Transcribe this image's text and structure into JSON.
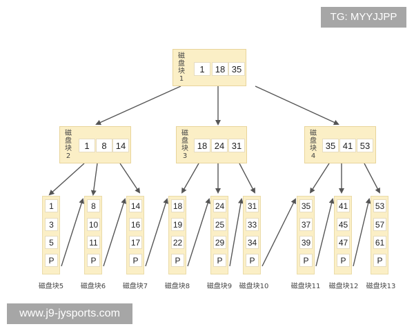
{
  "watermarks": {
    "top_right": "TG: MYYJJPP",
    "bottom_left": "www.j9-jysports.com"
  },
  "colors": {
    "node_fill": "#fbefc6",
    "node_border": "#e8d49a",
    "arrow": "#555555",
    "badge": "#a6a6a6"
  },
  "root": {
    "label": [
      "磁",
      "盘",
      "块",
      "1"
    ],
    "keys": [
      "1",
      "18",
      "35"
    ]
  },
  "internal": [
    {
      "label": [
        "磁",
        "盘",
        "块",
        "2"
      ],
      "keys": [
        "1",
        "8",
        "14"
      ]
    },
    {
      "label": [
        "磁",
        "盘",
        "块",
        "3"
      ],
      "keys": [
        "18",
        "24",
        "31"
      ]
    },
    {
      "label": [
        "磁",
        "盘",
        "块",
        "4"
      ],
      "keys": [
        "35",
        "41",
        "53"
      ]
    }
  ],
  "leaves": [
    {
      "label": "磁盘块5",
      "keys": [
        "1",
        "3",
        "5",
        "P"
      ]
    },
    {
      "label": "磁盘块6",
      "keys": [
        "8",
        "10",
        "11",
        "P"
      ]
    },
    {
      "label": "磁盘块7",
      "keys": [
        "14",
        "16",
        "17",
        "P"
      ]
    },
    {
      "label": "磁盘块8",
      "keys": [
        "18",
        "19",
        "22",
        "P"
      ]
    },
    {
      "label": "磁盘块9",
      "keys": [
        "24",
        "25",
        "29",
        "P"
      ]
    },
    {
      "label": "磁盘块10",
      "keys": [
        "31",
        "33",
        "34",
        "P"
      ]
    },
    {
      "label": "磁盘块11",
      "keys": [
        "35",
        "37",
        "39",
        "P"
      ]
    },
    {
      "label": "磁盘块12",
      "keys": [
        "41",
        "45",
        "47",
        "P"
      ]
    },
    {
      "label": "磁盘块13",
      "keys": [
        "53",
        "57",
        "61",
        "P"
      ]
    }
  ]
}
